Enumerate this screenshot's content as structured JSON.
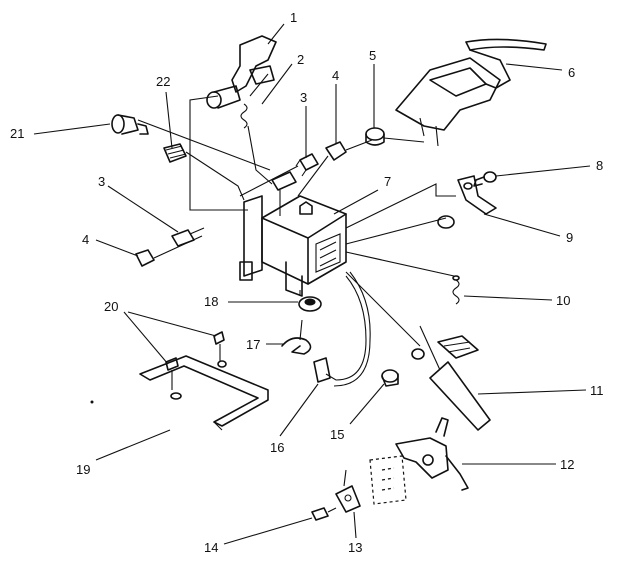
{
  "callouts": {
    "c1": "1",
    "c2": "2",
    "c3a": "3",
    "c3b": "3",
    "c4a": "4",
    "c4b": "4",
    "c5": "5",
    "c6": "6",
    "c7": "7",
    "c8": "8",
    "c9": "9",
    "c10": "10",
    "c11": "11",
    "c12": "12",
    "c13": "13",
    "c14": "14",
    "c15": "15",
    "c16": "16",
    "c17": "17",
    "c18": "18",
    "c19": "19",
    "c20": "20",
    "c21": "21",
    "c22": "22"
  }
}
